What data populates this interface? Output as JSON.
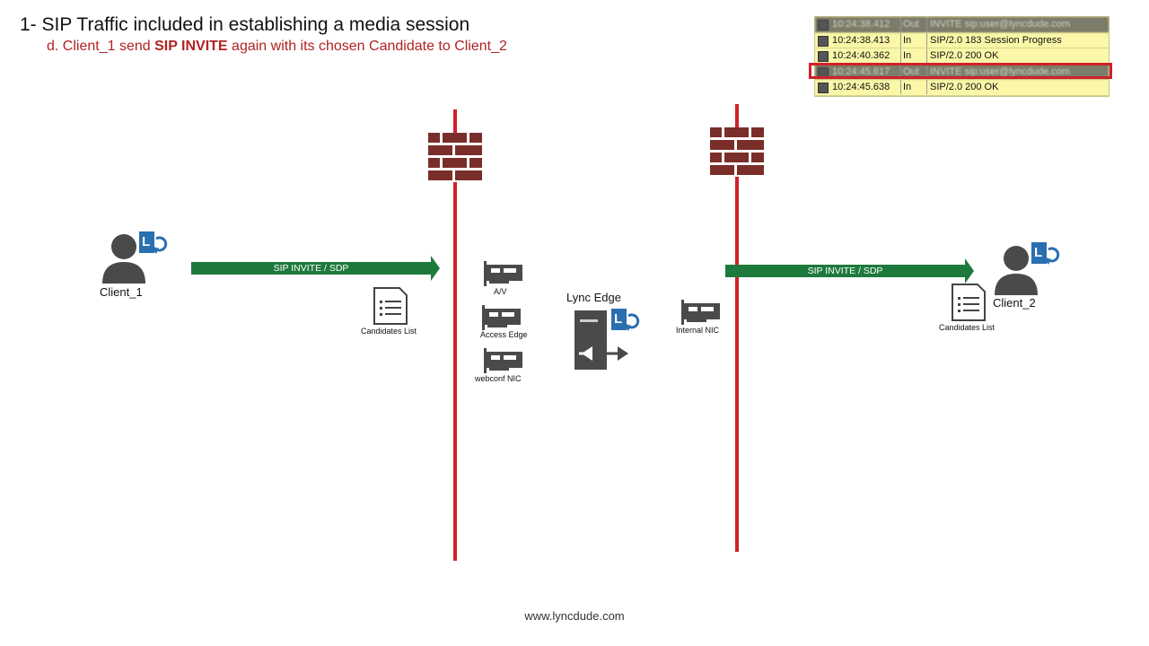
{
  "header": {
    "title": "1- SIP Traffic included in establishing a media session",
    "subtitle_prefix": "d. Client_1 send ",
    "subtitle_bold": "SIP INVITE",
    "subtitle_suffix": " again with its chosen Candidate to Client_2"
  },
  "log": {
    "rows": [
      {
        "time": "10:24:38.412",
        "dir": "Out",
        "msg": "INVITE sip:user@lyncdude.com",
        "blurred": true
      },
      {
        "time": "10:24:38.413",
        "dir": "In",
        "msg": "SIP/2.0 183 Session Progress",
        "blurred": false
      },
      {
        "time": "10:24:40.362",
        "dir": "In",
        "msg": "SIP/2.0 200 OK",
        "blurred": false
      },
      {
        "time": "10:24:45.617",
        "dir": "Out",
        "msg": "INVITE sip:user@lyncdude.com",
        "blurred": true
      },
      {
        "time": "10:24:45.638",
        "dir": "In",
        "msg": "SIP/2.0 200 OK",
        "blurred": false
      }
    ]
  },
  "diagram": {
    "client1": "Client_1",
    "client2": "Client_2",
    "arrow_left_label": "SIP INVITE / SDP",
    "arrow_right_label": "SIP INVITE / SDP",
    "candidates_left": "Candidates List",
    "candidates_right": "Candidates List",
    "nic_av": "A/V",
    "nic_access": "Access Edge",
    "nic_webconf": "webconf NIC",
    "edge_label": "Lync Edge",
    "nic_internal": "Internal NIC",
    "lync_letter": "L"
  },
  "colors": {
    "arrow": "#1e7a3c",
    "firewall_line": "#d0212a",
    "brick": "#7a2e2a",
    "lync_blue": "#2a6fb0",
    "highlight": "#d0212a"
  },
  "footer": {
    "url": "www.lyncdude.com"
  }
}
